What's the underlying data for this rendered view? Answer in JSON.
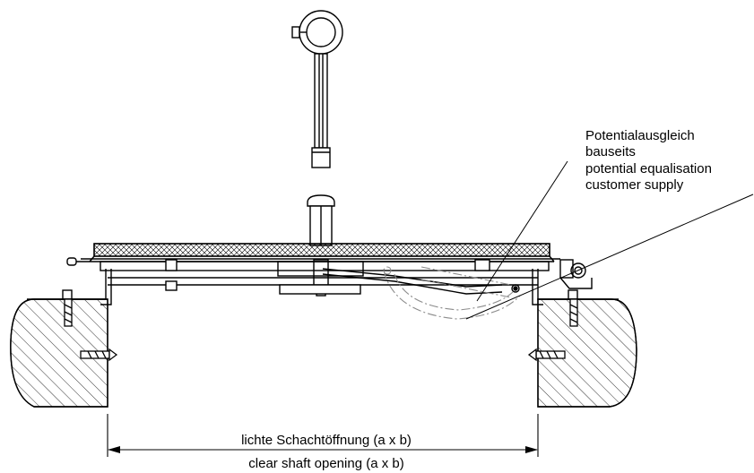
{
  "labels": {
    "potential_de_line1": "Potentialausgleich",
    "potential_de_line2": "bauseits",
    "potential_en_line1": "potential equalisation",
    "potential_en_line2": "customer supply",
    "opening_de": "lichte Schachtöffnung (a x b)",
    "opening_en": "clear shaft opening (a x b)"
  },
  "colors": {
    "line": "#000000",
    "hidden_line": "#8c8c8c",
    "background": "#ffffff"
  }
}
